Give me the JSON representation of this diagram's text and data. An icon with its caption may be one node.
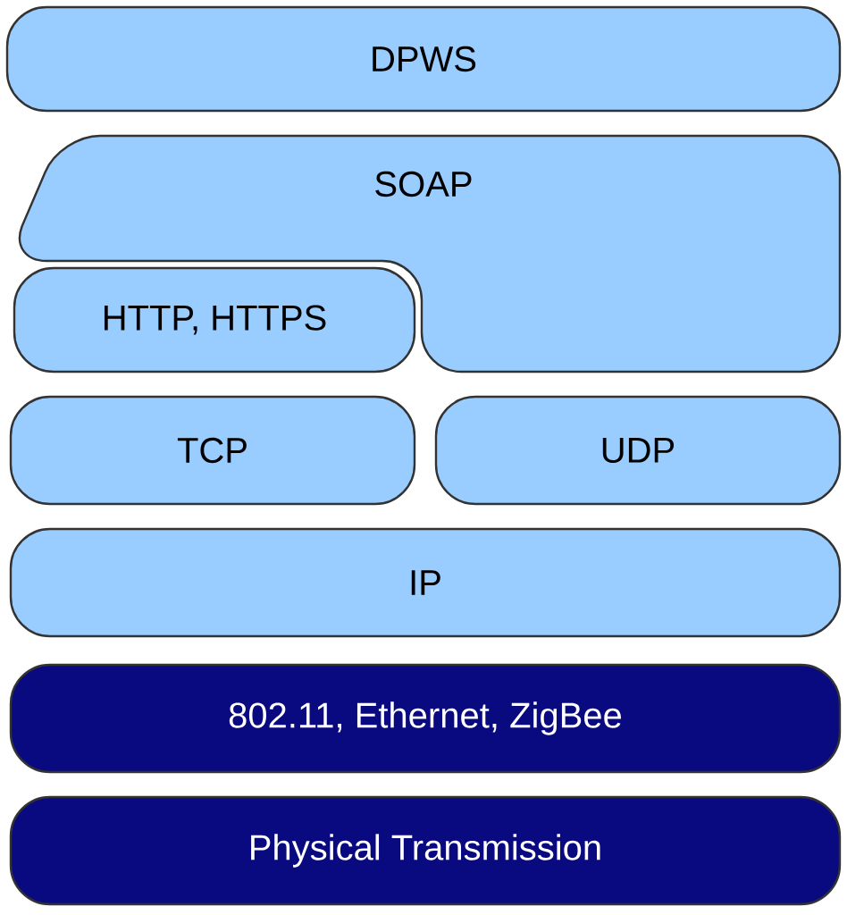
{
  "diagram": {
    "nodes": [
      {
        "text": [
          "DPWS"
        ]
      },
      {
        "text": [
          "SOAP"
        ]
      },
      {
        "text": [
          "HTTP, HTTPS"
        ]
      },
      {
        "text": [
          "TCP"
        ]
      },
      {
        "text": [
          "UDP"
        ]
      },
      {
        "text": [
          "IP"
        ]
      },
      {
        "text": [
          "802.11, Ethernet, ZigBee"
        ]
      },
      {
        "text": [
          "Physical Transmission"
        ]
      }
    ]
  }
}
